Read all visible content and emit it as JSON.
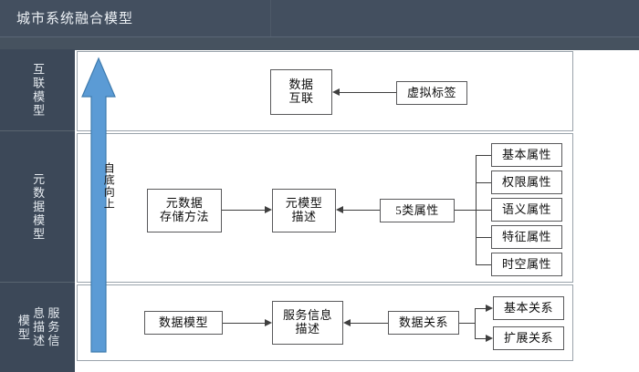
{
  "header": {
    "title": "城市系统融合模型"
  },
  "colors": {
    "header_bg": "#434F5F",
    "sidebar_bg": "#3C4858",
    "arrow_blue": "#5B9BD5",
    "arrow_blue_border": "#3E7BAE",
    "panel_border": "#9aa3ab",
    "node_border": "#59595b",
    "connector": "#3f3f3f"
  },
  "sidebar": {
    "items": [
      {
        "label": "互联模型"
      },
      {
        "label": "元数据模型"
      },
      {
        "label": "服务信息描述模型"
      }
    ]
  },
  "flow_arrow": {
    "label": "自底向上",
    "direction": "up"
  },
  "rows": [
    {
      "name": "interconnect-row",
      "nodes": [
        {
          "id": "data-interconnect",
          "lines": [
            "数据",
            "互联"
          ]
        },
        {
          "id": "virtual-tag",
          "lines": [
            "虚拟标签"
          ]
        }
      ]
    },
    {
      "name": "metadata-row",
      "nodes": [
        {
          "id": "metadata-storage-method",
          "lines": [
            "元数据",
            "存储方法"
          ]
        },
        {
          "id": "metamodel-description",
          "lines": [
            "元模型",
            "描述"
          ]
        },
        {
          "id": "five-attribute-types",
          "lines": [
            "5类属性"
          ]
        }
      ],
      "attributes": [
        {
          "label": "基本属性"
        },
        {
          "label": "权限属性"
        },
        {
          "label": "语义属性"
        },
        {
          "label": "特征属性"
        },
        {
          "label": "时空属性"
        }
      ]
    },
    {
      "name": "service-info-row",
      "nodes": [
        {
          "id": "data-model",
          "lines": [
            "数据模型"
          ]
        },
        {
          "id": "service-info-description",
          "lines": [
            "服务信息",
            "描述"
          ]
        },
        {
          "id": "data-relation",
          "lines": [
            "数据关系"
          ]
        }
      ],
      "relations": [
        {
          "label": "基本关系"
        },
        {
          "label": "扩展关系"
        }
      ]
    }
  ]
}
